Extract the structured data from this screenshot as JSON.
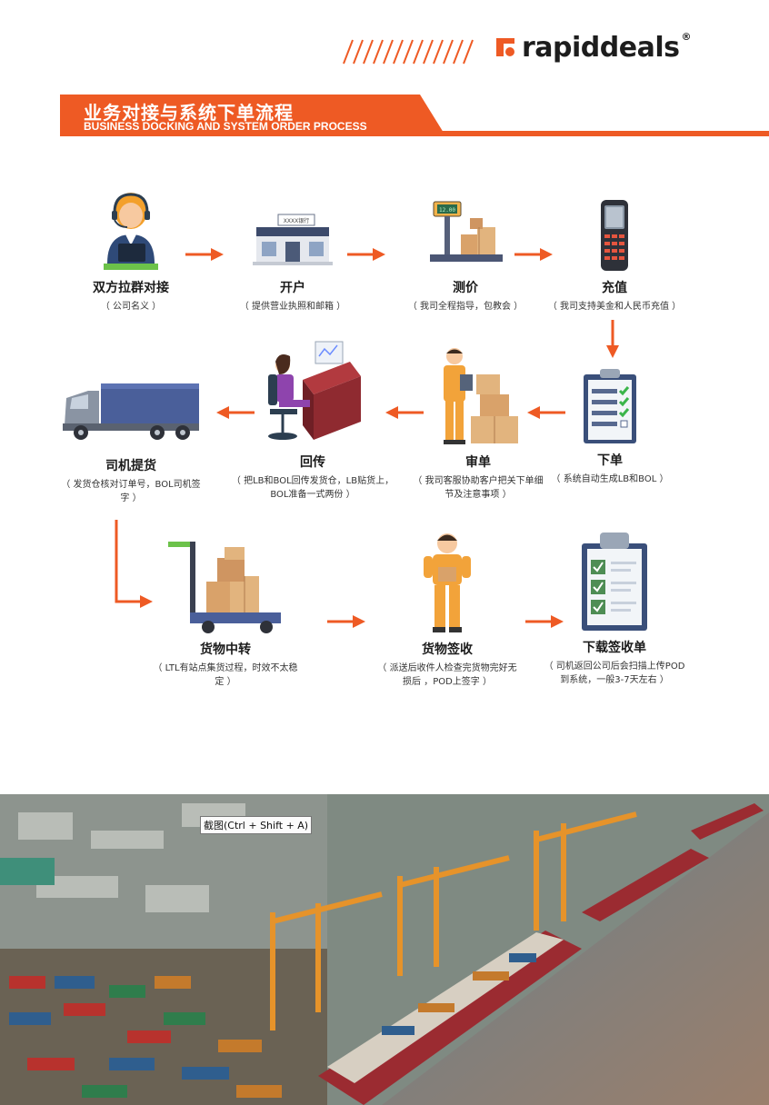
{
  "brand": {
    "name": "rapiddeals",
    "reg_mark": "®",
    "accent_color": "#ee5a24"
  },
  "banner": {
    "title_cn": "业务对接与系统下单流程",
    "title_en": "BUSINESS DOCKING AND SYSTEM ORDER PROCESS"
  },
  "steps": [
    {
      "title": "双方拉群对接",
      "desc": "（ 公司名义 ）",
      "icon": "customer-service-icon"
    },
    {
      "title": "开户",
      "desc": "（ 提供营业执照和邮箱 ）",
      "icon": "building-icon",
      "sign": "XXXX银行"
    },
    {
      "title": "测价",
      "desc": "（ 我司全程指导，包教会 ）",
      "icon": "scale-icon",
      "display": "12.00"
    },
    {
      "title": "充值",
      "desc": "（ 我司支持美金和人民币充值 ）",
      "icon": "scanner-icon"
    },
    {
      "title": "下单",
      "desc": "（ 系统自动生成LB和BOL ）",
      "icon": "checklist-icon"
    },
    {
      "title": "审单",
      "desc": "（ 我司客服协助客户把关下单细节及注意事项 ）",
      "icon": "worker-boxes-icon"
    },
    {
      "title": "回传",
      "desc": "（ 把LB和BOL回传发货仓，LB贴货上，BOL准备一式两份 ）",
      "icon": "office-worker-icon"
    },
    {
      "title": "司机提货",
      "desc": "（ 发货仓核对订单号，BOL司机签字 ）",
      "icon": "truck-icon"
    },
    {
      "title": "货物中转",
      "desc": "（ LTL有站点集货过程，时效不太稳定 ）",
      "icon": "hand-truck-icon"
    },
    {
      "title": "货物签收",
      "desc": "（ 派送后收件人检查完货物完好无损后 ，POD上签字 ）",
      "icon": "delivery-man-icon"
    },
    {
      "title": "下载签收单",
      "desc": "（ 司机返回公司后会扫描上传POD到系统，一般3-7天左右 ）",
      "icon": "clipboard-icon"
    }
  ],
  "tooltip": "截图(Ctrl + Shift + A)"
}
